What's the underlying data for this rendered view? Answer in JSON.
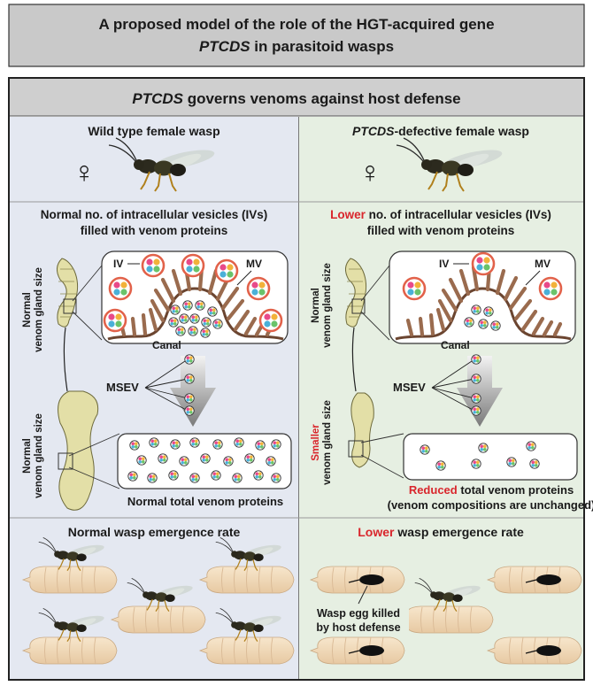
{
  "header": {
    "line1": "A proposed model of the role of the HGT-acquired gene",
    "line2_gene": "PTCDS",
    "line2_rest": " in parasitoid wasps"
  },
  "section_title": {
    "gene": "PTCDS",
    "rest": " governs venoms against host defense"
  },
  "left": {
    "wasp_title": "Wild type female wasp",
    "vesicle_line1": "Normal no. of intracellular vesicles (IVs)",
    "vesicle_line2": "filled with venom proteins",
    "gland_size_top_line1": "Normal",
    "gland_size_top_line2": "venom gland size",
    "gland_size_bottom_line1": "Normal",
    "gland_size_bottom_line2": "venom gland size",
    "iv_label": "IV",
    "mv_label": "MV",
    "canal_label": "Canal",
    "msev_label": "MSEV",
    "total_label": "Normal total venom proteins",
    "emergence": "Normal wasp emergence rate"
  },
  "right": {
    "wasp_title_gene": "PTCDS",
    "wasp_title_rest": "-defective female wasp",
    "vesicle_line1_red": "Lower",
    "vesicle_line1_rest": " no. of intracellular vesicles (IVs)",
    "vesicle_line2": "filled with venom proteins",
    "gland_size_top_line1": "Normal",
    "gland_size_top_line2": "venom gland size",
    "gland_size_bottom_red": "Smaller",
    "gland_size_bottom_line2": "venom gland size",
    "iv_label": "IV",
    "mv_label": "MV",
    "canal_label": "Canal",
    "msev_label": "MSEV",
    "total_red": "Reduced",
    "total_rest": " total venom proteins",
    "total_line2": "(venom compositions are unchanged)",
    "emergence_red": "Lower",
    "emergence_rest": " wasp emergence rate",
    "egg_label_line1": "Wasp egg killed",
    "egg_label_line2": "by host defense"
  },
  "female_symbol": "♀",
  "colors": {
    "left_panel": "#e4e8f1",
    "right_panel": "#e6efe2",
    "header_bg": "#c9c9c9",
    "highlight_red": "#d9262c",
    "vesicle_ring": "#e2624a",
    "microvilli": "#9a6b4e",
    "gland": "#e3dfa7",
    "pupa": "#f0d9b8"
  }
}
